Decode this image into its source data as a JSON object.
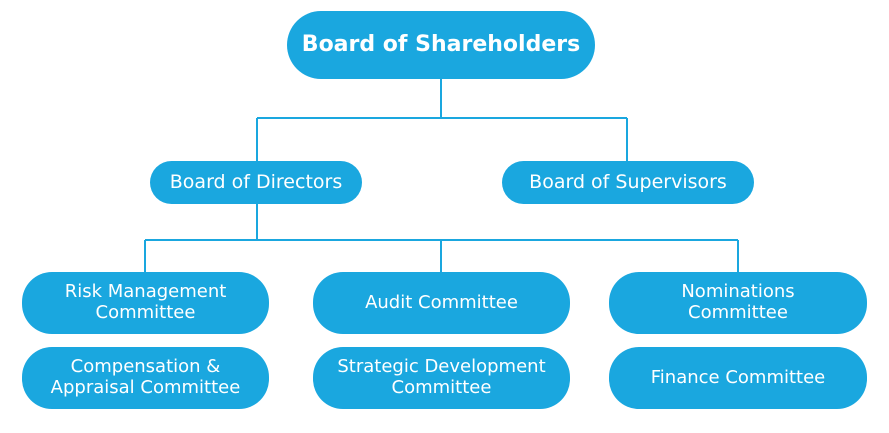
{
  "diagram": {
    "colors": {
      "node_fill": "#1aa7df",
      "node_text": "#ffffff",
      "connector": "#1aa7df"
    },
    "root": {
      "label": "Board of Shareholders"
    },
    "level2": [
      {
        "label": "Board of Directors"
      },
      {
        "label": "Board of Supervisors"
      }
    ],
    "committees": [
      {
        "label": "Risk Management Committee"
      },
      {
        "label": "Audit Committee"
      },
      {
        "label": "Nominations Committee"
      },
      {
        "label": "Compensation & Appraisal Committee"
      },
      {
        "label": "Strategic Development Committee"
      },
      {
        "label": "Finance Committee"
      }
    ]
  }
}
